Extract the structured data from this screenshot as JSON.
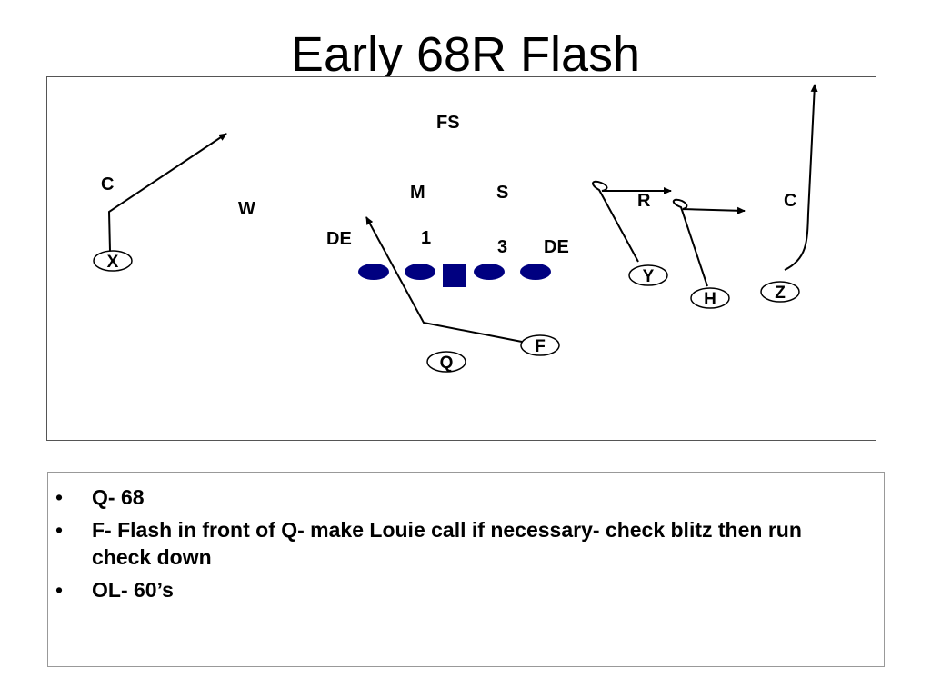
{
  "slide": {
    "title": "Early 68R Flash"
  },
  "diagram": {
    "defense_labels": {
      "fs": "FS",
      "corner_left": "C",
      "will": "W",
      "mike": "M",
      "sam": "S",
      "rover": "R",
      "corner_right": "C",
      "de_left": "DE",
      "tech_1": "1",
      "tech_3": "3",
      "de_right": "DE"
    },
    "offense_labels": {
      "x": "X",
      "y": "Y",
      "h": "H",
      "z": "Z",
      "f": "F",
      "q": "Q"
    },
    "colors": {
      "line": "#000080",
      "route": "#000000"
    }
  },
  "notes": {
    "bullets": [
      "Q- 68",
      "F- Flash in front of Q- make Louie call if necessary- check blitz then run check down",
      "OL- 60’s"
    ]
  }
}
